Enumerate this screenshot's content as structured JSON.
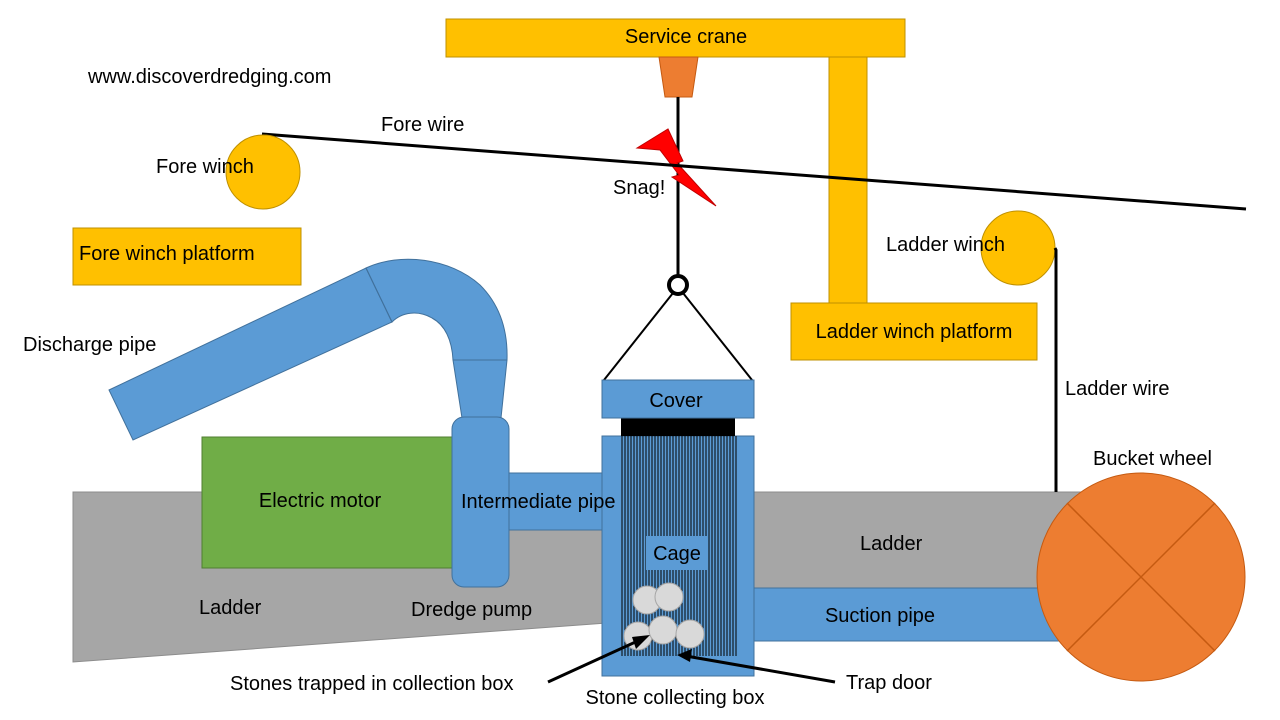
{
  "website": "www.discoverdredging.com",
  "colors": {
    "yellow": "#FFC000",
    "blue": "#5B9BD5",
    "orange": "#ED7D31",
    "green": "#70AD47",
    "gray": "#A6A6A6",
    "red": "#FF0000",
    "stone": "#D9D9D9"
  },
  "labels": {
    "service_crane": "Service crane",
    "fore_wire": "Fore wire",
    "fore_winch": "Fore winch",
    "snag": "Snag!",
    "fore_winch_platform": "Fore winch platform",
    "ladder_winch": "Ladder winch",
    "ladder_winch_platform": "Ladder winch platform",
    "discharge_pipe": "Discharge pipe",
    "ladder_wire": "Ladder wire",
    "cover": "Cover",
    "bucket_wheel": "Bucket wheel",
    "electric_motor": "Electric motor",
    "intermediate_pipe": "Intermediate pipe",
    "cage": "Cage",
    "ladder_right": "Ladder",
    "ladder_left": "Ladder",
    "dredge_pump": "Dredge pump",
    "suction_pipe": "Suction pipe",
    "stones_trapped": "Stones trapped in collection box",
    "trap_door": "Trap door",
    "stone_collecting_box": "Stone collecting box"
  }
}
